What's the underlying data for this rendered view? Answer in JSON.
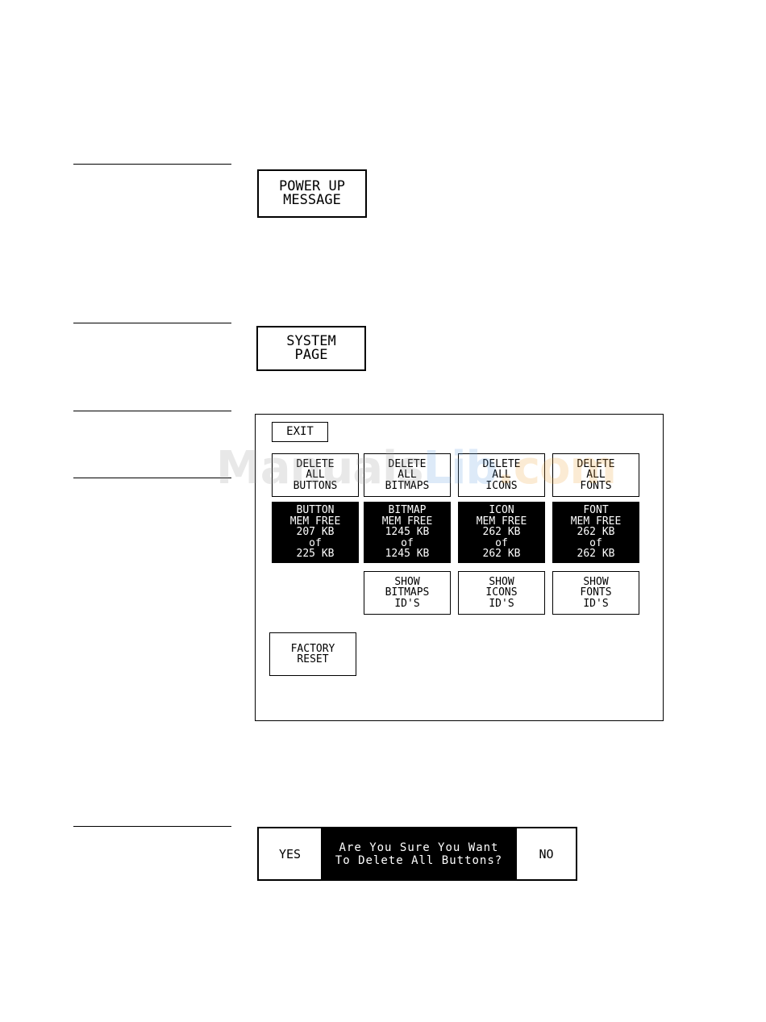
{
  "power_up": {
    "lines": [
      "POWER UP",
      "MESSAGE"
    ]
  },
  "system_page": {
    "lines": [
      "SYSTEM",
      "PAGE"
    ]
  },
  "system_screen": {
    "exit_label": "EXIT",
    "delete_buttons": [
      {
        "lines": [
          "DELETE",
          "ALL",
          "BUTTONS"
        ]
      },
      {
        "lines": [
          "DELETE",
          "ALL",
          "BITMAPS"
        ]
      },
      {
        "lines": [
          "DELETE",
          "ALL",
          "ICONS"
        ]
      },
      {
        "lines": [
          "DELETE",
          "ALL",
          "FONTS"
        ]
      }
    ],
    "mem_panels": [
      {
        "lines": [
          "BUTTON",
          "MEM FREE",
          "207 KB",
          "of",
          "225 KB"
        ]
      },
      {
        "lines": [
          "BITMAP",
          "MEM FREE",
          "1245 KB",
          "of",
          "1245 KB"
        ]
      },
      {
        "lines": [
          "ICON",
          "MEM FREE",
          "262 KB",
          "of",
          "262 KB"
        ]
      },
      {
        "lines": [
          "FONT",
          "MEM FREE",
          "262 KB",
          "of",
          "262 KB"
        ]
      }
    ],
    "show_buttons": [
      {
        "lines": [
          "SHOW",
          "BITMAPS",
          "ID'S"
        ]
      },
      {
        "lines": [
          "SHOW",
          "ICONS",
          "ID'S"
        ]
      },
      {
        "lines": [
          "SHOW",
          "FONTS",
          "ID'S"
        ]
      }
    ],
    "factory_reset": {
      "lines": [
        "FACTORY",
        "RESET"
      ]
    }
  },
  "confirm_dialog": {
    "yes_label": "YES",
    "message_lines": [
      "Are You Sure You Want",
      "To Delete All Buttons?"
    ],
    "no_label": "NO"
  },
  "watermark": {
    "part1": "Manuals",
    "part2": "Lib",
    "part3": ".com"
  }
}
